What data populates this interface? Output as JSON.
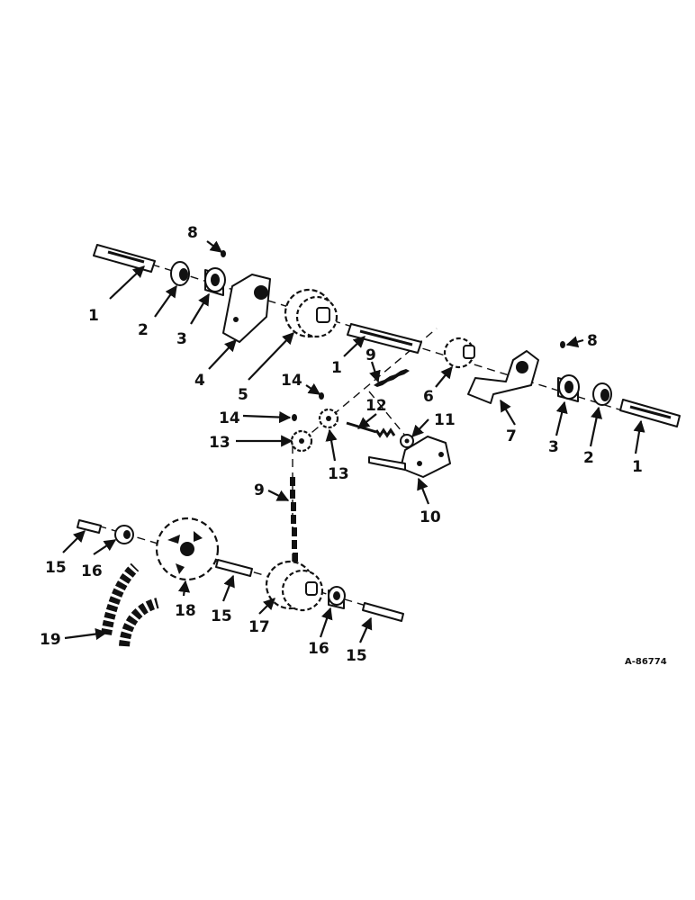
{
  "figure_id": "A-86774",
  "callouts": {
    "c1a": "1",
    "c2a": "2",
    "c3a": "3",
    "c4": "4",
    "c5": "5",
    "c1b": "1",
    "c6": "6",
    "c7": "7",
    "c3b": "3",
    "c2b": "2",
    "c1c": "1",
    "c8a": "8",
    "c8b": "8",
    "c9a": "9",
    "c9b": "9",
    "c10": "10",
    "c11": "11",
    "c12": "12",
    "c13a": "13",
    "c13b": "13",
    "c14a": "14",
    "c14b": "14",
    "c15a": "15",
    "c15b": "15",
    "c15c": "15",
    "c16a": "16",
    "c16b": "16",
    "c17": "17",
    "c18": "18",
    "c19": "19"
  }
}
